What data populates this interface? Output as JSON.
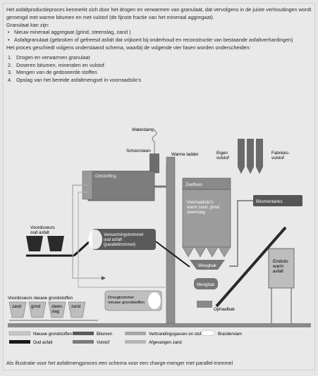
{
  "intro": "Het asfaltproductieproces kenmerkt zich door het drogen en verwarmen van granulaat, dat vervolgens in de juiste verhoudingen wordt gemengd met warme bitumen en met vulstof (de fijnste fractie van het mineraal aggregaat).",
  "granulaat_heading": "Granulaat kan zijn:",
  "granulaat_items": [
    "Nieuw mineraal aggregaat (grind, steenslag, zand )",
    "Asfaltgranulaat (gebroken of gefreesd asfalt dat vrijkomt bij onderhoud en reconstructie van bestaande asfaltverhardingen)"
  ],
  "phases_intro": "Het proces geschiedt volgens onderstaand schema, waarbij de volgende vier fasen worden onderscheiden:",
  "phases": [
    {
      "num": "1.",
      "label": "Drogen en verwarmen granulaat"
    },
    {
      "num": "2.",
      "label": "Doseren bitumen, mineralen en vulstof"
    },
    {
      "num": "3.",
      "label": "Mengen van de gedoseerde stoffen"
    },
    {
      "num": "4.",
      "label": "Opslag van het bereide asfaltmengsel in voorraadsilo’s"
    }
  ],
  "diagram": {
    "waterdamp": "Waterdamp",
    "schoorsteen": "Schoorsteen",
    "warme_ladder": "Warme ladder",
    "eigen_vulstof": [
      "Eigen",
      "vulstof"
    ],
    "fabrieks_vulstof": [
      "Fabrieks-",
      "vulstof"
    ],
    "ontstoffing": "Ontstoffing",
    "zeefhuis": "Zeefhuis",
    "bitumentanks": "Bitumentanks",
    "voorraadsilos": [
      "Voorraadsilo's",
      "warm zand, grind",
      "steenslag"
    ],
    "voordoseurs_oud": [
      "Voordoseurs",
      "oud asfalt"
    ],
    "verwarmingstrommel": [
      "Verwarmingstrommel",
      "oud asfalt",
      "(paralleltrommel)"
    ],
    "weegbak": "Weegbak",
    "mengbak": "Mengbak",
    "eindsilo": [
      "Eindsilo",
      "warm",
      "asfalt"
    ],
    "voordoseurs_nieuw": "Voordoseurs nieuwe grondstoffen",
    "bins": [
      [
        "zand"
      ],
      [
        "grind"
      ],
      [
        "steen-",
        "slag"
      ],
      [
        "zand"
      ]
    ],
    "droogtrommel": [
      "Droogtrommel",
      "nieuwe grondstoffen"
    ],
    "ophaalbak": "Ophaalbak",
    "legend": [
      {
        "label": "Nieuwe grondstoffen",
        "color": "#c8c8c8"
      },
      {
        "label": "Bitumen",
        "color": "#5a5a5a"
      },
      {
        "label": "Verbrandingsgassen en stof",
        "color": "#a6a6a6"
      },
      {
        "label": "Brandervlam",
        "color": "#ffffff"
      },
      {
        "label": "Oud asfalt",
        "color": "#1a1a1a"
      },
      {
        "label": "Vulstof",
        "color": "#7a7a7a"
      },
      {
        "label": "Afgevangen zand",
        "color": "#b5b5b5"
      }
    ]
  },
  "caption": "Als illustratie voor het asfaltmengproces een schema voor een charge-menger met parallel-trommel"
}
